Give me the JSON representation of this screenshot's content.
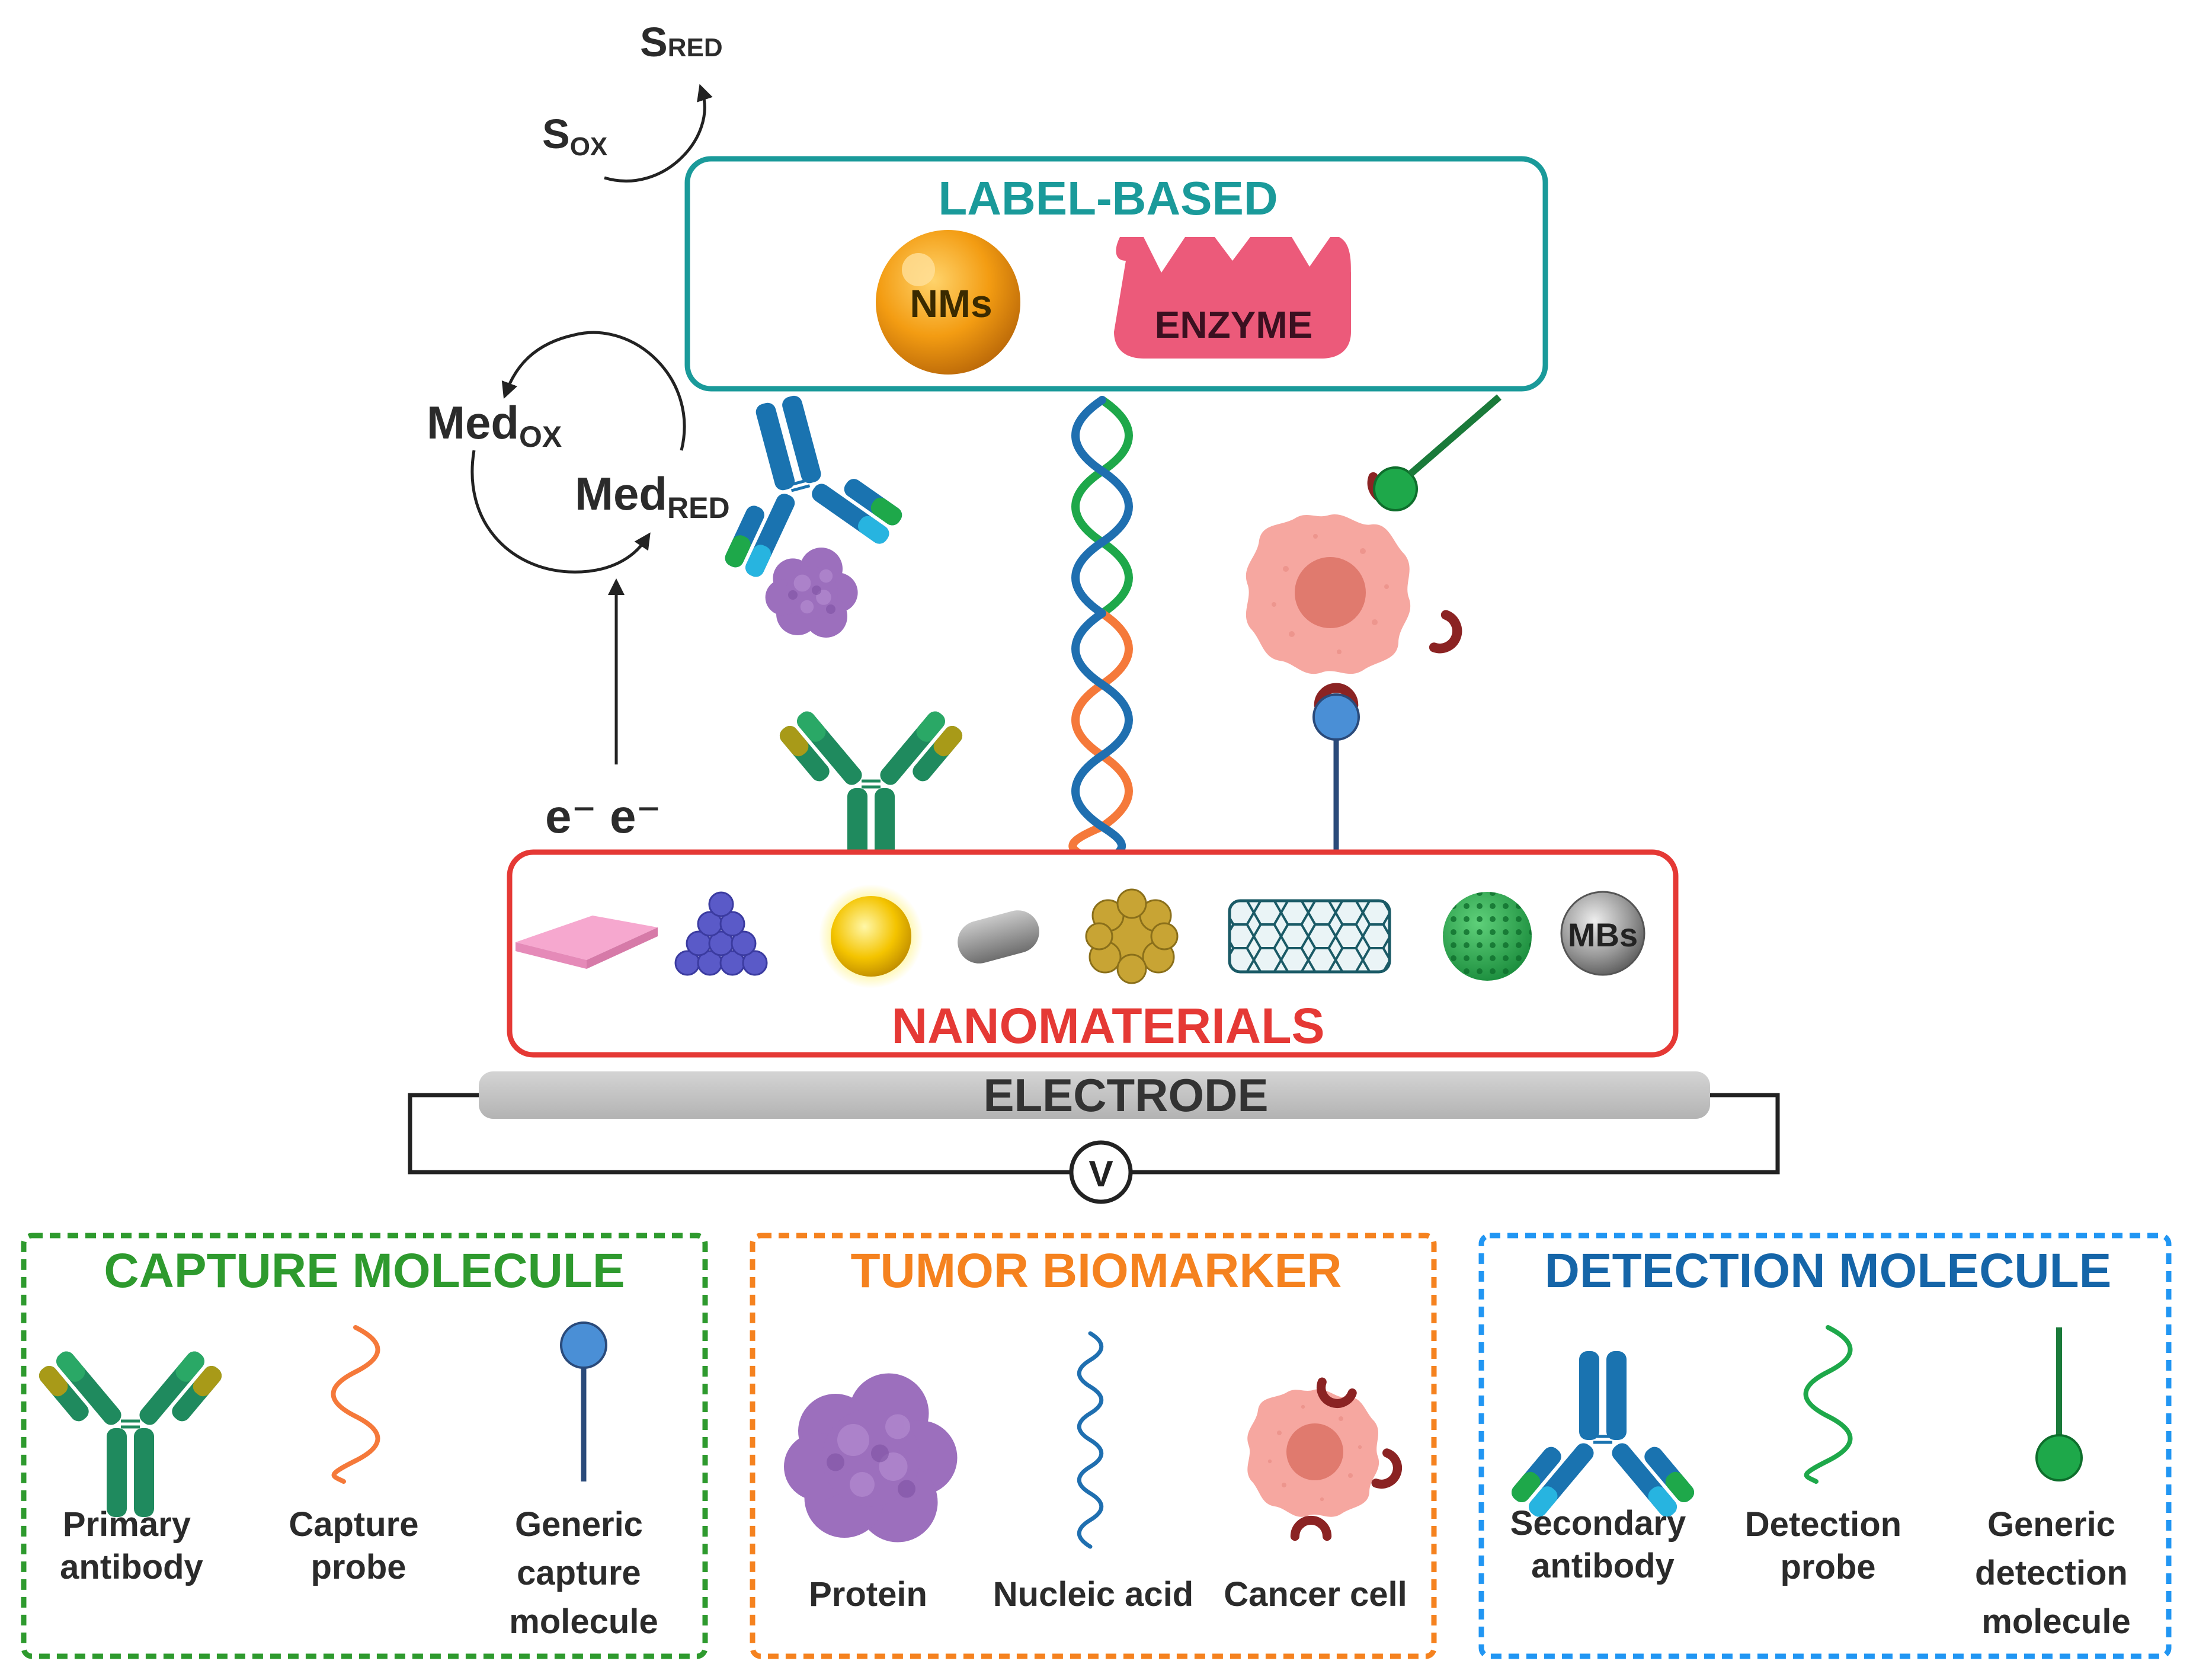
{
  "redox": {
    "s_red": {
      "base": "S",
      "sub": "RED"
    },
    "s_ox": {
      "base": "S",
      "sub": "OX"
    },
    "med_ox": {
      "base": "Med",
      "sub": "OX"
    },
    "med_red": {
      "base": "Med",
      "sub": "RED"
    },
    "electrons": "e⁻ e⁻"
  },
  "label_box": {
    "title": "LABEL-BASED",
    "nms_label": "NMs",
    "enzyme_label": "ENZYME",
    "color": "#1a9a9a"
  },
  "nanomaterials": {
    "title": "NANOMATERIALS",
    "mbs_label": "MBs",
    "color": "#e53935"
  },
  "electrode": {
    "label": "ELECTRODE",
    "voltmeter": "V"
  },
  "legend": {
    "capture": {
      "title": "CAPTURE MOLECULE",
      "color": "#2e9a2e",
      "items": [
        {
          "lines": [
            "Primary",
            "antibody"
          ]
        },
        {
          "lines": [
            "Capture",
            "probe"
          ]
        },
        {
          "lines": [
            "Generic",
            "capture",
            "molecule"
          ]
        }
      ]
    },
    "tumor": {
      "title": "TUMOR BIOMARKER",
      "color": "#f5821f",
      "items": [
        {
          "lines": [
            "Protein"
          ]
        },
        {
          "lines": [
            "Nucleic acid"
          ]
        },
        {
          "lines": [
            "Cancer cell"
          ]
        }
      ]
    },
    "detection": {
      "title": "DETECTION MOLECULE",
      "color": "#1565a8",
      "border": "#2196f3",
      "items": [
        {
          "lines": [
            "Secondary",
            "antibody"
          ]
        },
        {
          "lines": [
            "Detection",
            "probe"
          ]
        },
        {
          "lines": [
            "Generic",
            "detection",
            "molecule"
          ]
        }
      ]
    }
  },
  "colors": {
    "capture_green": "#1f8a5e",
    "capture_olive": "#a89a18",
    "detect_blue": "#1a73b0",
    "detect_light": "#27b4e0",
    "detect_green": "#1ea84a",
    "protein": "#9c6fbd",
    "cell": "#f6a7a0",
    "nucleus": "#e07a6e",
    "receptor": "#8b2323",
    "probe_orange": "#f5793a",
    "nucleic_blue": "#1f6fb0",
    "generic_ball": "#4a8fd6",
    "enzyme": "#ec5a7a",
    "nms": "#f39c12"
  }
}
